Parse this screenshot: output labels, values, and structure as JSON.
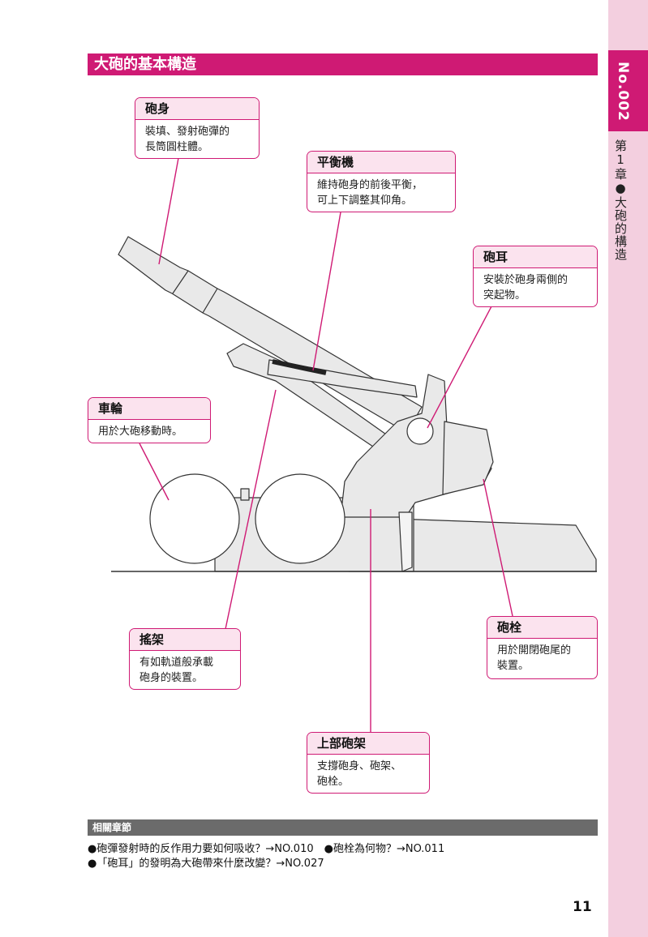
{
  "sidebar": {
    "number": "No.002",
    "chapter": "第1章●大砲的構造"
  },
  "section": {
    "title": "大砲的基本構造"
  },
  "callouts": {
    "barrel": {
      "title": "砲身",
      "desc": [
        "裝填、發射砲彈的",
        "長筒圓柱體。"
      ]
    },
    "equilibrator": {
      "title": "平衡機",
      "desc": [
        "維持砲身的前後平衡，",
        "可上下調整其仰角。"
      ]
    },
    "trunnion": {
      "title": "砲耳",
      "desc": [
        "安裝於砲身兩側的",
        "突起物。"
      ]
    },
    "wheel": {
      "title": "車輪",
      "desc": [
        "用於大砲移動時。"
      ]
    },
    "cradle": {
      "title": "搖架",
      "desc": [
        "有如軌道般承載",
        "砲身的裝置。"
      ]
    },
    "breech": {
      "title": "砲栓",
      "desc": [
        "用於開閉砲尾的",
        "裝置。"
      ]
    },
    "carriage": {
      "title": "上部砲架",
      "desc": [
        "支撐砲身、砲架、",
        "砲栓。"
      ]
    }
  },
  "related": {
    "heading": "相關章節",
    "items": [
      "●砲彈發射時的反作用力要如何吸收？→NO.010　●砲栓為何物？→NO.011",
      "●「砲耳」的發明為大砲帶來什麼改變？→NO.027"
    ]
  },
  "page_number": "11",
  "colors": {
    "accent": "#cf1a74",
    "sidebar_bg": "#f3cfdf",
    "callout_title_bg": "#fbe3ee",
    "machine_fill": "#e9e9e9",
    "related_bar": "#6b6b6b"
  }
}
